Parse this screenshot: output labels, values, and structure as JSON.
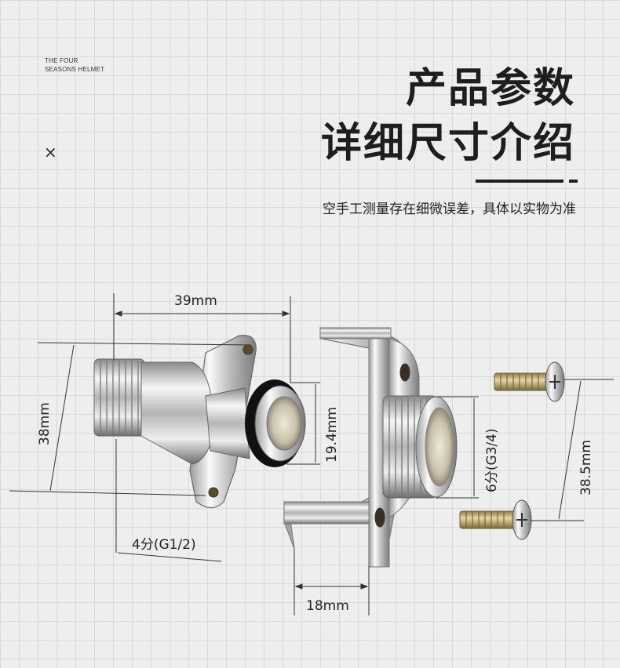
{
  "brand": {
    "line1": "THE FOUR",
    "line2": "SEASONS HELMET"
  },
  "close_glyph": "×",
  "title": {
    "line1": "产品参数",
    "line2": "详细尺寸介绍"
  },
  "note": "空手工测量存在细微误差，具体以实物为准",
  "dimensions": {
    "width_top": "39mm",
    "height_left": "38mm",
    "inner_diameter": "19.4mm",
    "thread_left": "4分(G1/2)",
    "thread_right": "6分(G3/4)",
    "screw_spacing": "38.5mm",
    "bracket_depth": "18mm"
  },
  "colors": {
    "text": "#1e1e1e",
    "chrome_light": "#f2f2f2",
    "chrome_dark": "#7a7a7a",
    "gasket": "#111111",
    "brass": "#c9b27a"
  }
}
